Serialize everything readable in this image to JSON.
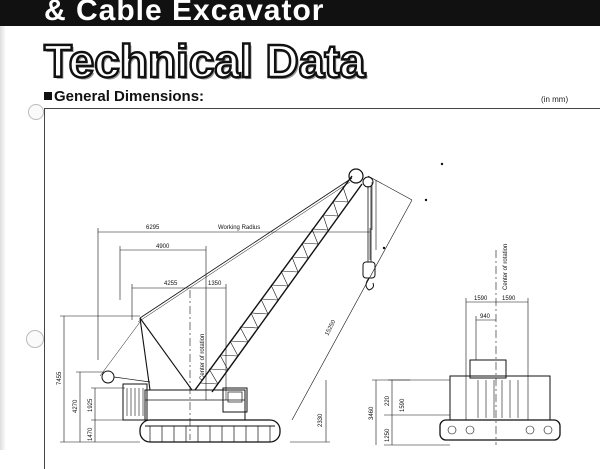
{
  "header": {
    "text": "& Cable Excavator"
  },
  "title": "Technical Data",
  "section": {
    "heading": "General Dimensions:",
    "unit": "(in mm)"
  },
  "side_view": {
    "dim_6295": "6295",
    "working_radius": "Working Radius",
    "dim_4900": "4900",
    "dim_4255": "4255",
    "dim_1350": "1350",
    "center_of_rotation": "Center of rotation",
    "dim_15250": "15250",
    "dim_7455": "7455",
    "dim_4270": "4270",
    "dim_1925": "1925",
    "dim_1470": "1470",
    "dim_2330": "2330"
  },
  "rear_view": {
    "dim_1590_left": "1590",
    "dim_1590_right": "1590",
    "dim_940": "940",
    "center_of_rotation": "Center of rotation",
    "dim_3460": "3460",
    "dim_220": "220",
    "dim_1590": "1590",
    "dim_1250": "1250"
  }
}
